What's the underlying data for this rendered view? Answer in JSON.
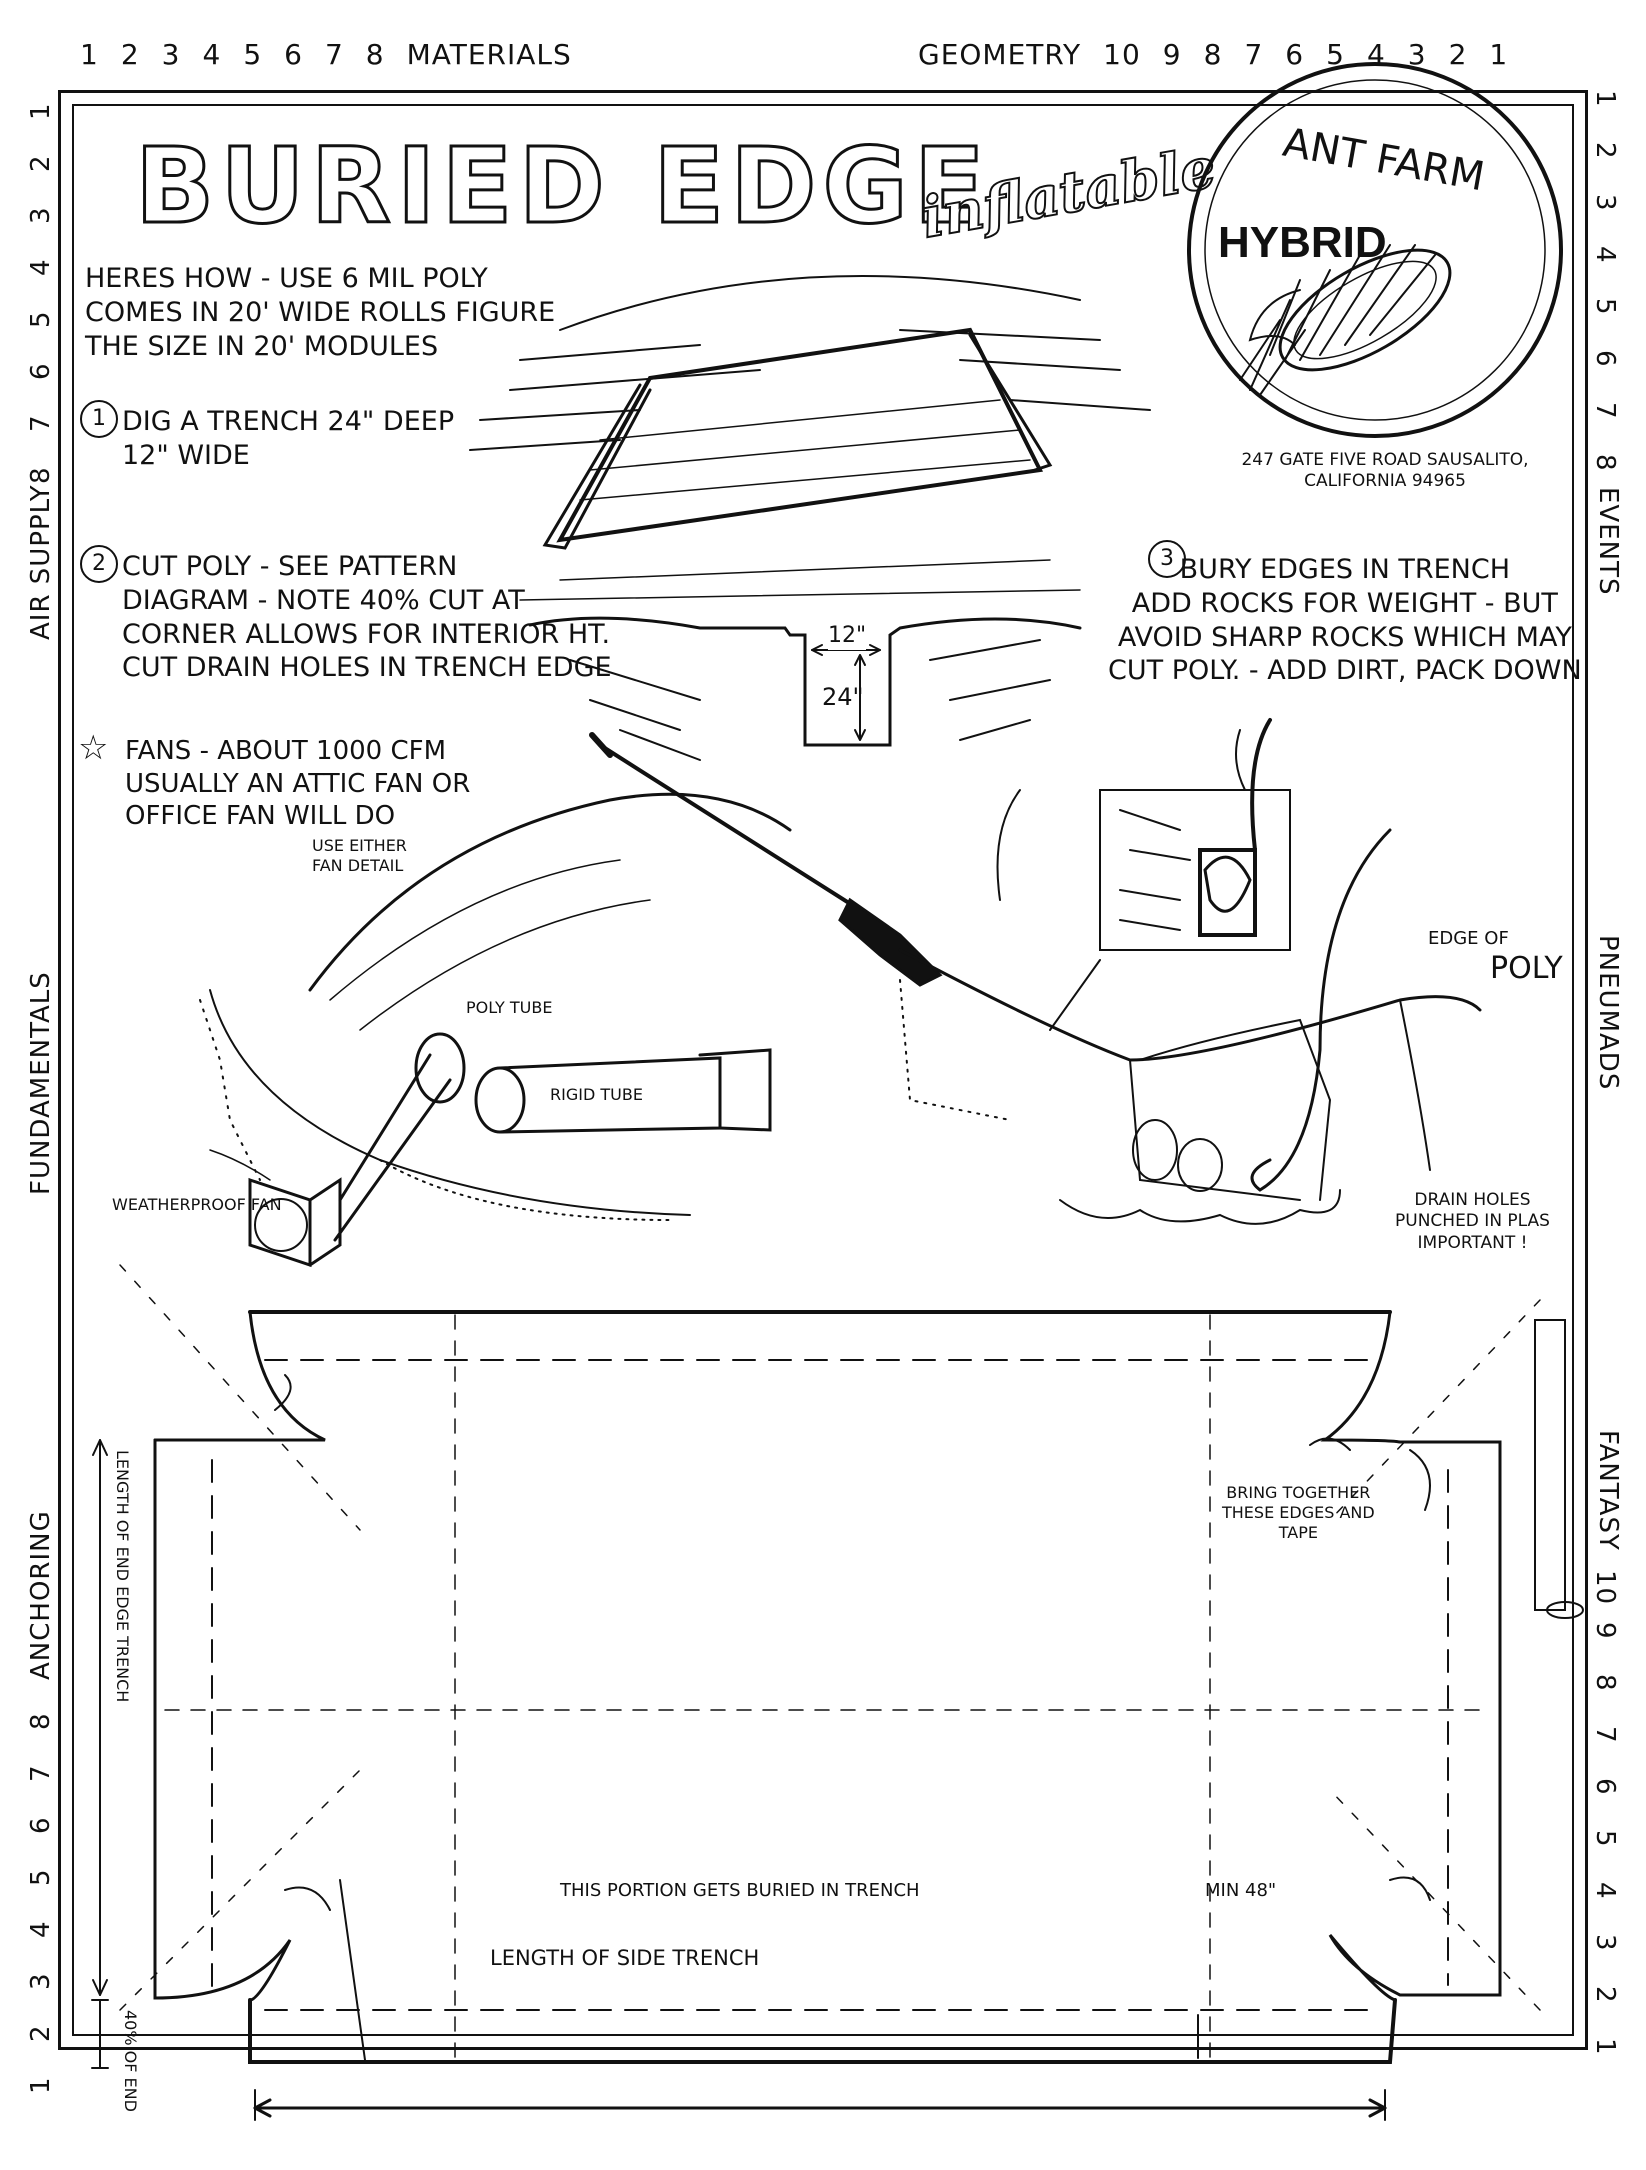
{
  "header": {
    "left_numbers": [
      "1",
      "2",
      "3",
      "4",
      "5",
      "6",
      "7",
      "8"
    ],
    "left_label": "MATERIALS",
    "right_label": "GEOMETRY",
    "right_numbers": [
      "10",
      "9",
      "8",
      "7",
      "6",
      "5",
      "4",
      "3",
      "2",
      "1"
    ]
  },
  "margins": {
    "left_top_numbers": [
      "1",
      "2",
      "3",
      "4",
      "5",
      "6",
      "7",
      "8"
    ],
    "left_top_label": "AIR SUPPLY",
    "left_middle_label": "FUNDAMENTALS",
    "left_bottom_label": "ANCHORING",
    "left_bottom_numbers": [
      "8",
      "7",
      "6",
      "5",
      "4",
      "3",
      "2",
      "1"
    ],
    "right_top_numbers": [
      "1",
      "2",
      "3",
      "4",
      "5",
      "6",
      "7",
      "8"
    ],
    "right_top_label": "EVENTS",
    "right_middle_label": "PNEUMADS",
    "right_bottom_label": "FANTASY",
    "right_bottom_numbers": [
      "10",
      "9",
      "8",
      "7",
      "6",
      "5",
      "4",
      "3",
      "2",
      "1"
    ]
  },
  "title": {
    "main": "BURIED EDGE",
    "sub": "inflatable"
  },
  "seal": {
    "top": "ANT FARM",
    "center": "HYBRID",
    "ring_right": "247 GATE FIVE ROAD SAUSALITO, CALIFORNIA 94965",
    "icon": "corn-cob-icon"
  },
  "steps": {
    "intro": "HERES HOW - USE 6 MIL POLY\nCOMES IN 20' WIDE ROLLS FIGURE\nTHE SIZE IN 20' MODULES",
    "step1_num": "1",
    "step1": "DIG A TRENCH 24\" DEEP\n12\" WIDE",
    "step2_num": "2",
    "step2": "CUT POLY - SEE PATTERN\nDIAGRAM - NOTE 40% CUT AT\nCORNER ALLOWS FOR INTERIOR HT.\nCUT DRAIN HOLES IN TRENCH EDGE",
    "step3_num": "3",
    "step3": "BURY EDGES IN TRENCH\nADD ROCKS FOR WEIGHT - BUT\nAVOID SHARP ROCKS WHICH MAY\nCUT POLY. - ADD DIRT, PACK DOWN",
    "fans": "FANS - ABOUT 1000 CFM\nUSUALLY AN ATTIC FAN OR\nOFFICE FAN WILL DO"
  },
  "trench_dims": {
    "width": "12\"",
    "depth": "24\""
  },
  "fan_sketch": {
    "note": "USE EITHER\nFAN DETAIL",
    "poly_tube": "POLY TUBE",
    "rigid_tube": "RIGID TUBE",
    "fan": "WEATHERPROOF FAN"
  },
  "edge_sketch": {
    "edge": "EDGE OF",
    "poly": "POLY",
    "drain": "DRAIN HOLES\nPUNCHED IN PLAS\nIMPORTANT !"
  },
  "pattern": {
    "end_length": "LENGTH OF END EDGE TRENCH",
    "forty": "40% OF END",
    "buried": "THIS PORTION GETS BURIED IN TRENCH",
    "min": "MIN 48\"",
    "side_length": "LENGTH OF SIDE TRENCH",
    "bring": "BRING TOGETHER\nTHESE EDGES AND\nTAPE"
  }
}
